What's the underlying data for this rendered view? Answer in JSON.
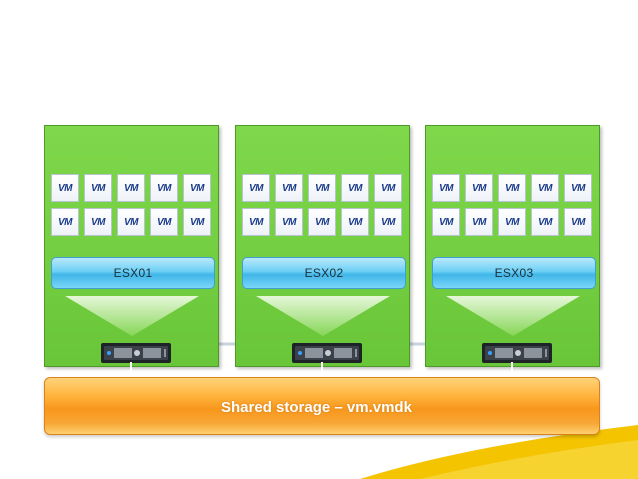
{
  "hosts": [
    {
      "id": "esx01",
      "label": "ESX01",
      "vms": [
        "VM",
        "VM",
        "VM",
        "VM",
        "VM",
        "VM",
        "VM",
        "VM",
        "VM",
        "VM"
      ]
    },
    {
      "id": "esx02",
      "label": "ESX02",
      "vms": [
        "VM",
        "VM",
        "VM",
        "VM",
        "VM",
        "VM",
        "VM",
        "VM",
        "VM",
        "VM"
      ]
    },
    {
      "id": "esx03",
      "label": "ESX03",
      "vms": [
        "VM",
        "VM",
        "VM",
        "VM",
        "VM",
        "VM",
        "VM",
        "VM",
        "VM",
        "VM"
      ]
    }
  ],
  "storage": {
    "label": "Shared storage – vm.vmdk"
  },
  "colors": {
    "host_green": "#6fcc3c",
    "esx_blue": "#4cc0ef",
    "storage_orange": "#f8971c",
    "accent_yellow": "#f5c400",
    "vm_text": "#1a3a8a"
  }
}
